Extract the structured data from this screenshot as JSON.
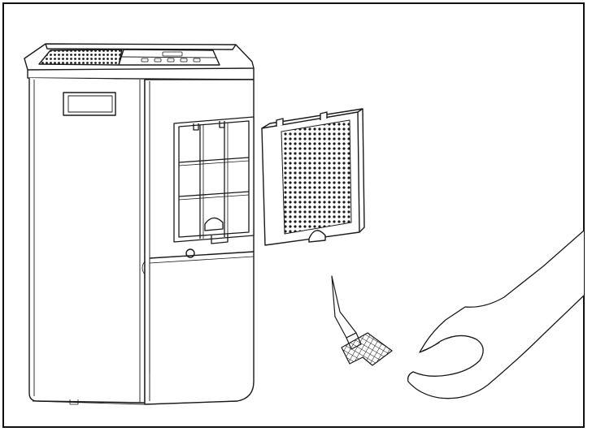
{
  "figure": {
    "subject": "dehumidifier-filter-removal",
    "line_color": "#1a1a1a",
    "background": "#ffffff",
    "icons": [
      "dehumidifier-body",
      "filter-frame",
      "air-filter-panel",
      "removal-arrow",
      "hand"
    ]
  }
}
